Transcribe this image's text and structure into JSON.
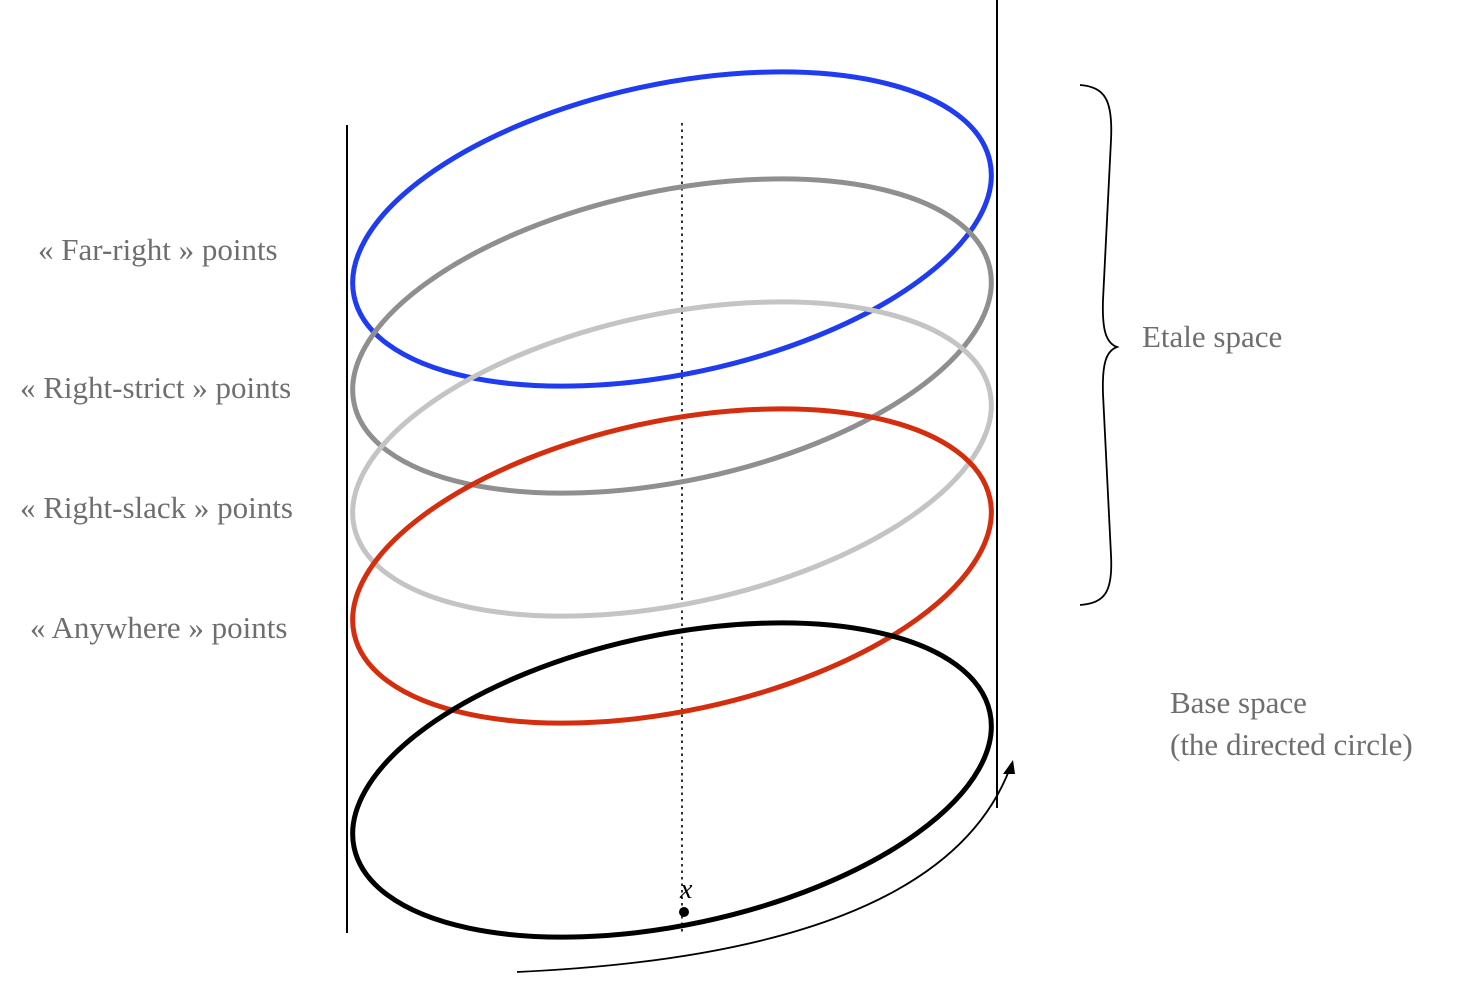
{
  "levels": [
    {
      "label": "« Far-right » points",
      "color": "#1f3cf0"
    },
    {
      "label": "« Right-strict » points",
      "color": "#8f8f8f"
    },
    {
      "label": "« Right-slack » points",
      "color": "#c4c4c4"
    },
    {
      "label": "« Anywhere » points",
      "color": "#d42e0e"
    }
  ],
  "base": {
    "color": "#000000",
    "point_label": "x"
  },
  "etale_label": "Etale space",
  "base_label": {
    "line1": "Base space",
    "line2": "(the directed circle)"
  }
}
